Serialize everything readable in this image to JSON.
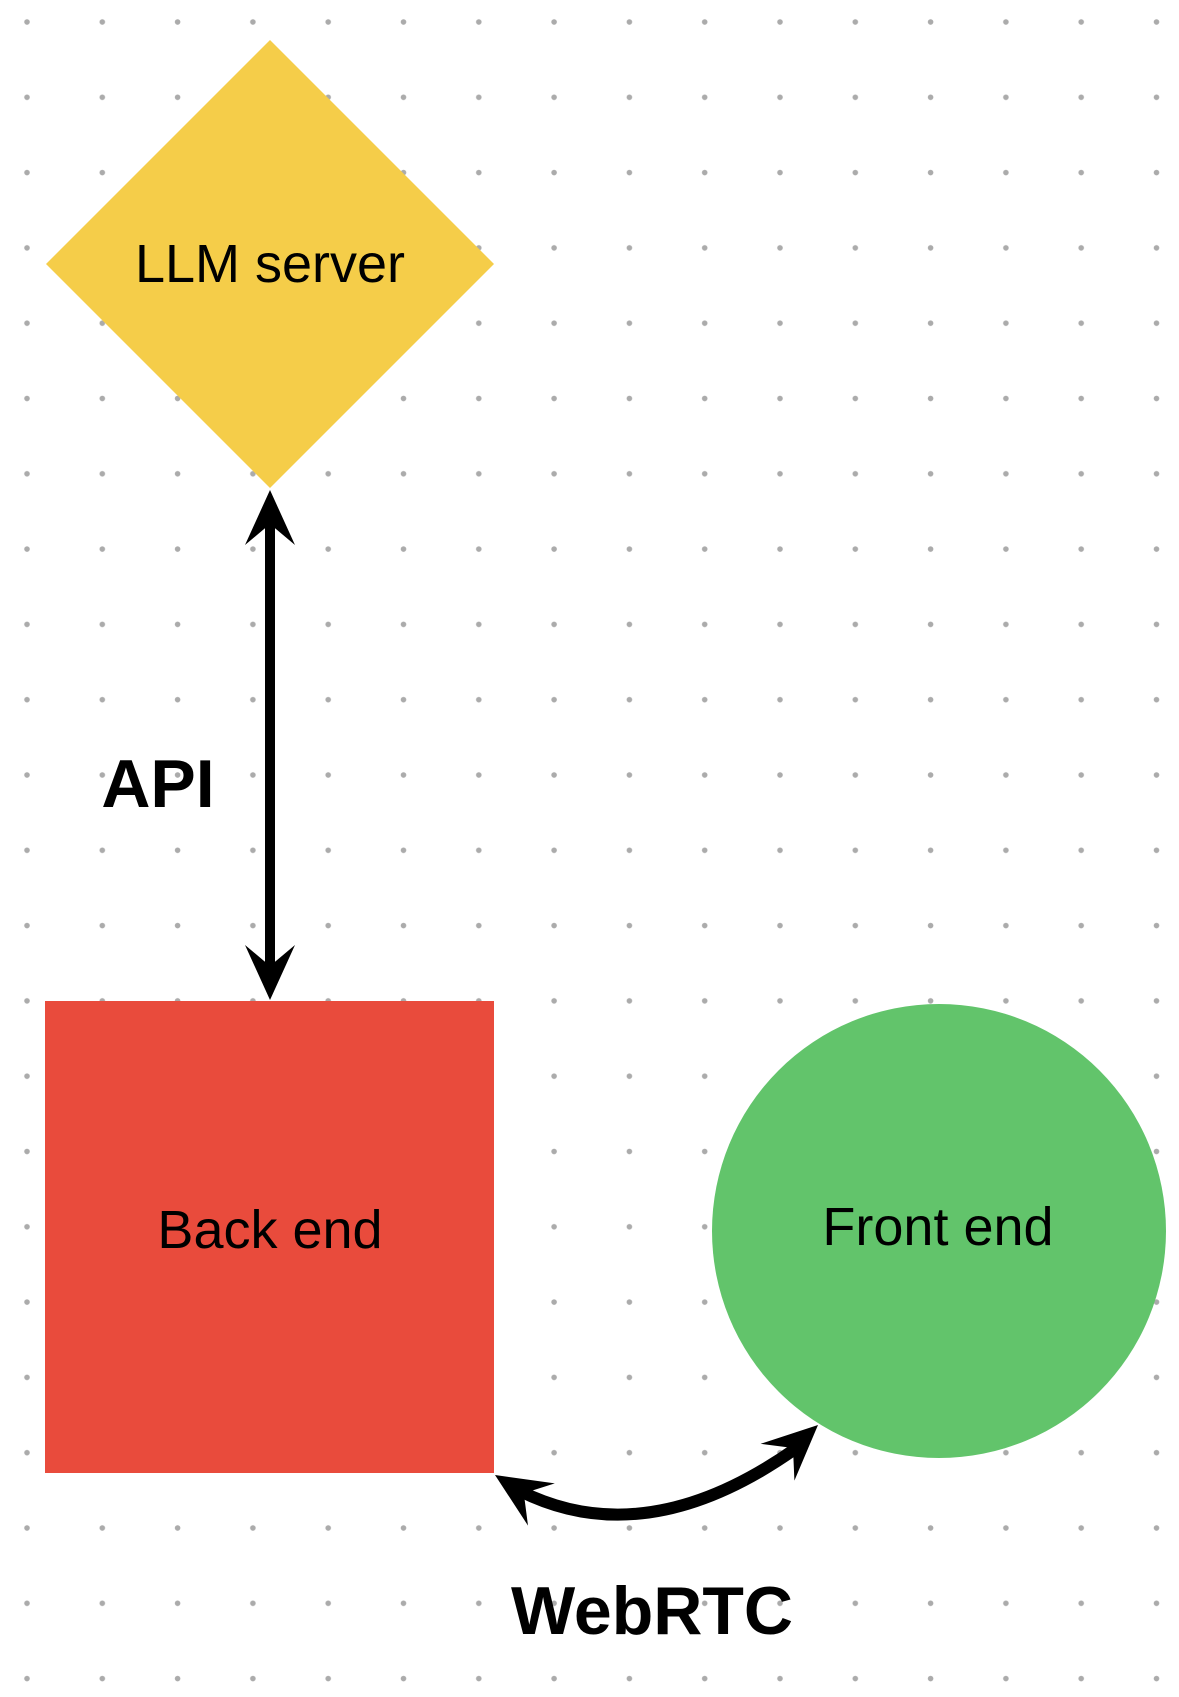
{
  "canvas": {
    "background": "#ffffff",
    "grid": {
      "dot_color": "#ABABAB"
    }
  },
  "diagram": {
    "nodes": [
      {
        "id": "llm-server",
        "label": "LLM server",
        "shape": "diamond",
        "fill": "#F5CD49",
        "text_color": "#000000"
      },
      {
        "id": "back-end",
        "label": "Back end",
        "shape": "square",
        "fill": "#E94B3C",
        "text_color": "#000000"
      },
      {
        "id": "front-end",
        "label": "Front end",
        "shape": "circle",
        "fill": "#62C46B",
        "text_color": "#000000"
      }
    ],
    "edges": [
      {
        "id": "api",
        "label": "API",
        "from": "llm-server",
        "to": "back-end",
        "type": "straight-double-arrow",
        "color": "#000000"
      },
      {
        "id": "webrtc",
        "label": "WebRTC",
        "from": "back-end",
        "to": "front-end",
        "type": "curved-double-arrow",
        "color": "#000000"
      }
    ]
  }
}
